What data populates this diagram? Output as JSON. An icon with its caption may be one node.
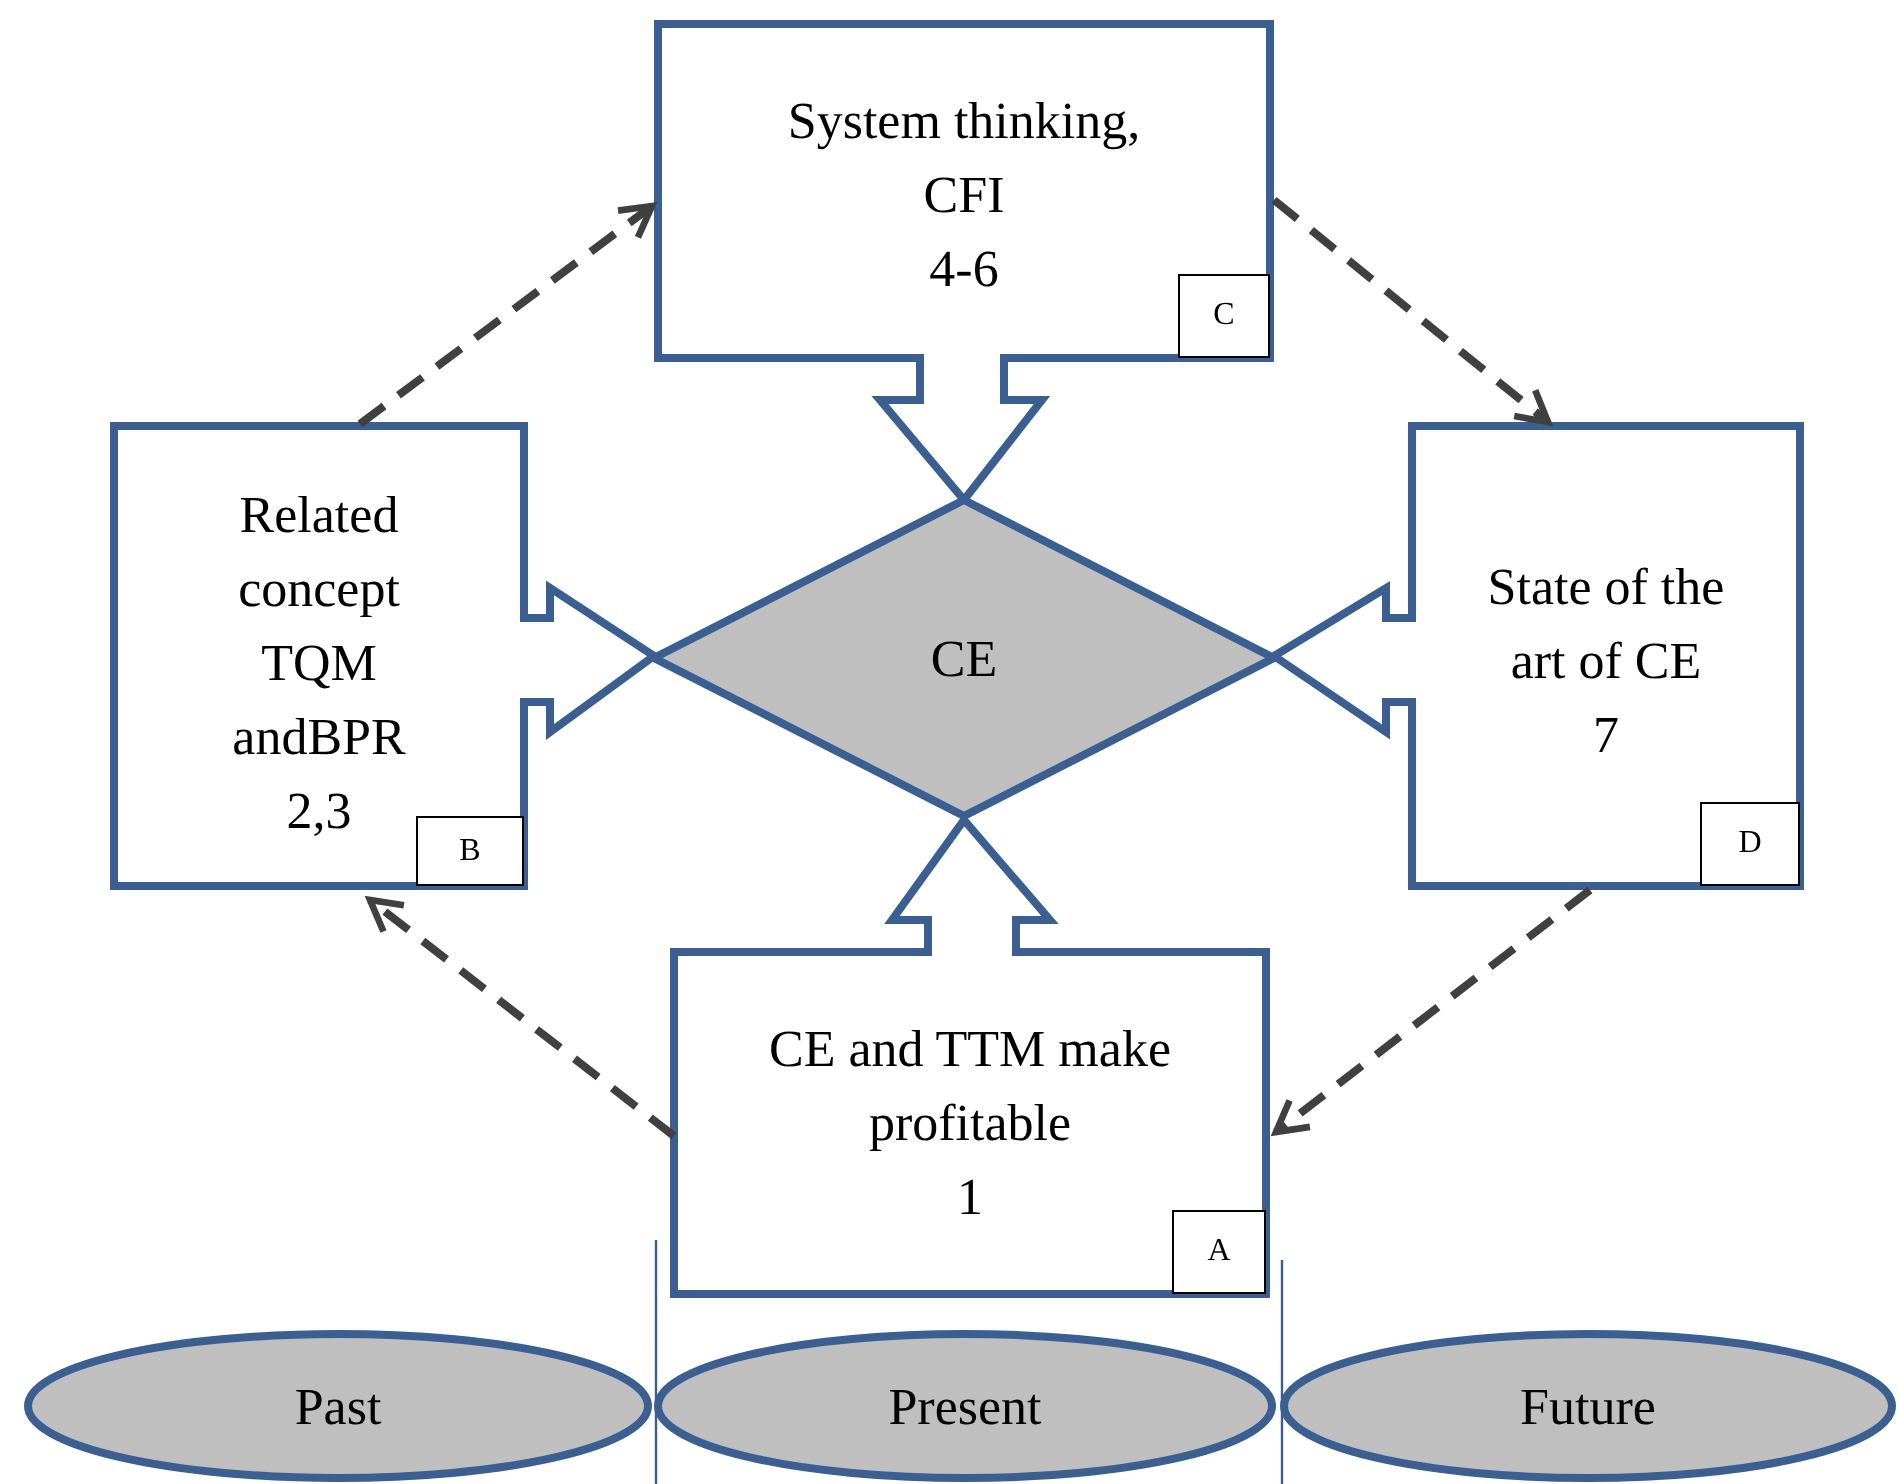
{
  "diagram": {
    "nodes": [
      {
        "text": [
          "System thinking, CFI",
          "4-6"
        ]
      },
      {
        "text": [
          "C"
        ],
        "in": 0
      },
      {
        "text": [
          "Related concept TQM andBPR",
          "2,3"
        ]
      },
      {
        "text": [
          "B"
        ],
        "in": 2
      },
      {
        "text": [
          "CE"
        ]
      },
      {
        "text": [
          "State of the art of CE",
          "7"
        ]
      },
      {
        "text": [
          "D"
        ],
        "in": 5
      },
      {
        "text": [
          "CE and TTM make profitable",
          "1"
        ]
      },
      {
        "text": [
          "A"
        ],
        "in": 7
      },
      {
        "text": [
          "Past"
        ]
      },
      {
        "text": [
          "Present"
        ]
      },
      {
        "text": [
          "Future"
        ]
      }
    ],
    "edges": [
      {
        "from": 7,
        "to": 2,
        "arrow": "to",
        "style": "dashed"
      },
      {
        "from": 2,
        "to": 0,
        "arrow": "to",
        "style": "dashed"
      },
      {
        "from": 0,
        "to": 5,
        "arrow": "to",
        "style": "dashed"
      },
      {
        "from": 5,
        "to": 7,
        "arrow": "to",
        "style": "dashed"
      }
    ]
  }
}
